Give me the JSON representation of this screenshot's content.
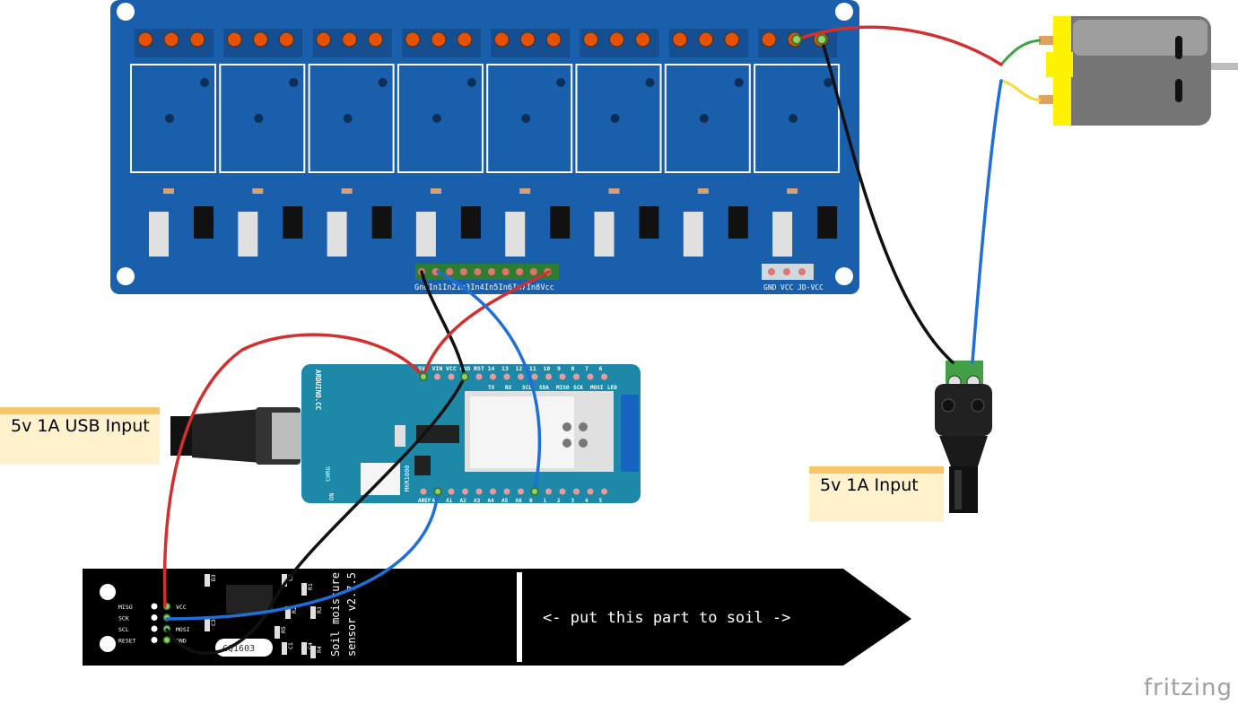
{
  "notes": {
    "usb": "5v 1A USB Input",
    "dc": "5v 1A Input"
  },
  "relay": {
    "header_labels": [
      "Gnd",
      "In1",
      "In2",
      "In3",
      "In4",
      "In5",
      "In6",
      "In7",
      "In8",
      "Vcc"
    ],
    "power_labels": [
      "GND",
      "VCC",
      "JD-VCC"
    ]
  },
  "arduino": {
    "brand": "ARDUINO.CC",
    "model": "MKR1000",
    "top_pins": [
      "5V",
      "VIN",
      "VCC",
      "GND",
      "RST",
      "14",
      "13",
      "12",
      "11",
      "10",
      "9",
      "8",
      "7",
      "6"
    ],
    "top_subs": [
      "TX",
      "RX",
      "SCL",
      "SDA",
      "MISO",
      "SCK",
      "MOSI",
      "LED"
    ],
    "bottom_pins": [
      "AREF",
      "A0",
      "A1",
      "A2",
      "A3",
      "A4",
      "A5",
      "A6",
      "0",
      "1",
      "2",
      "3",
      "4",
      "5"
    ],
    "chrg": "CHRG",
    "on": "ON"
  },
  "sensor": {
    "pins_left": [
      "MISO",
      "SCK",
      "SCL",
      "RESET"
    ],
    "pins_right": [
      "VCC",
      "",
      "MOSI",
      "GND"
    ],
    "title_line1": "Soil moisture",
    "title_line2": "sensor v2.7.5",
    "instruction": "<- put this part to soil ->",
    "chip": "CQ1603",
    "components": [
      "D3",
      "C2",
      "R2",
      "R1",
      "R3",
      "C1",
      "C3",
      "R5",
      "C4",
      "R4"
    ]
  },
  "watermark": "fritzing"
}
